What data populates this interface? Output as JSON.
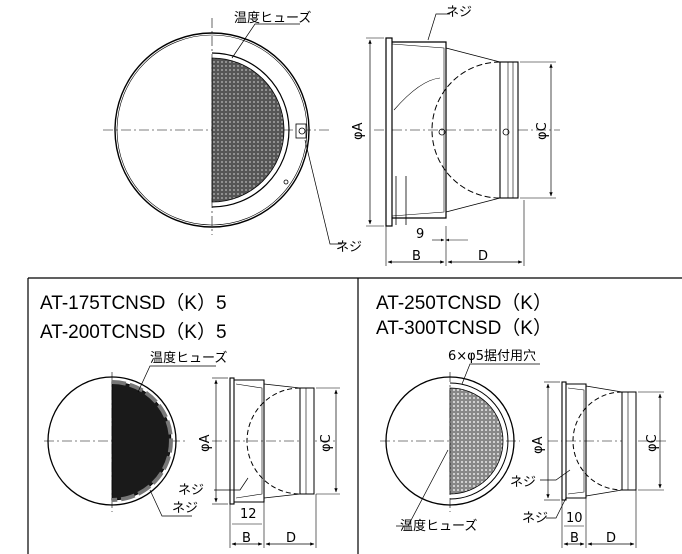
{
  "top_view": {
    "labels": {
      "temp_fuse": "温度ヒューズ",
      "screw_top": "ネジ",
      "screw_bottom": "ネジ",
      "dia_a": "φA",
      "dia_c": "φC",
      "dim_9": "9",
      "dim_b": "B",
      "dim_d": "D"
    }
  },
  "panel_left": {
    "models": [
      "AT-175TCNSD（K）5",
      "AT-200TCNSD（K）5"
    ],
    "labels": {
      "temp_fuse": "温度ヒューズ",
      "screw_upper": "ネジ",
      "screw_lower": "ネジ",
      "dia_a": "φA",
      "dia_c": "φC",
      "dim_12": "12",
      "dim_b": "B",
      "dim_d": "D"
    }
  },
  "panel_right": {
    "models": [
      "AT-250TCNSD（K）",
      "AT-300TCNSD（K）"
    ],
    "labels": {
      "mount_holes": "6×φ5据付用穴",
      "temp_fuse": "温度ヒューズ",
      "screw_upper": "ネジ",
      "screw_lower": "ネジ",
      "dia_a": "φA",
      "dia_c": "φC",
      "dim_10": "10",
      "dim_b": "B",
      "dim_d": "D"
    }
  }
}
